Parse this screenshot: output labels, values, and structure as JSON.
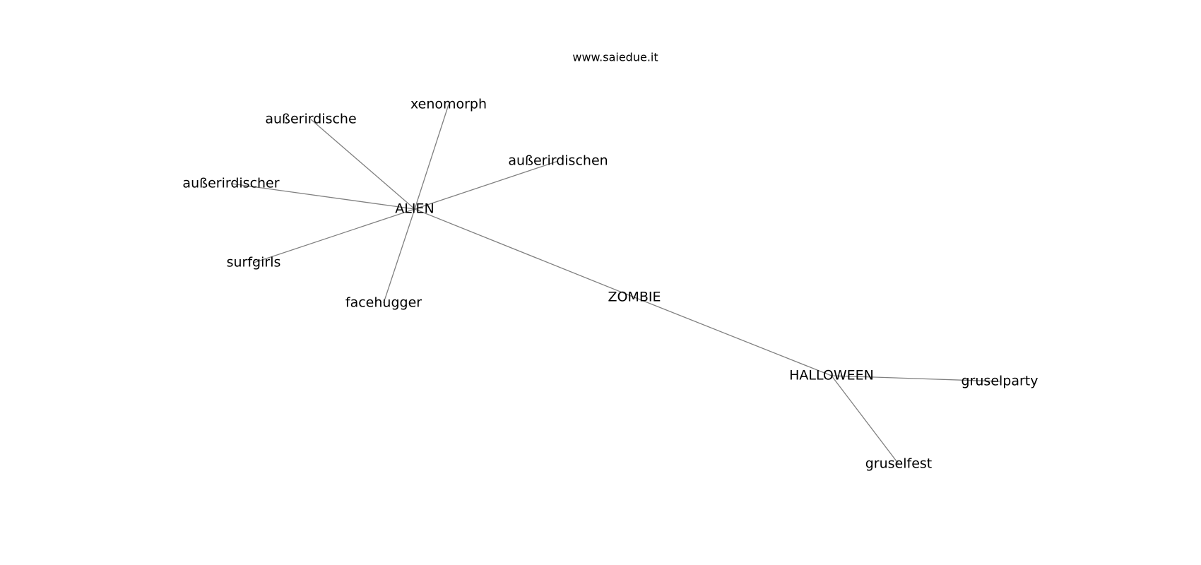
{
  "watermark": "www.saiedue.it",
  "nodes": [
    {
      "id": "alien",
      "label": "ALIEN"
    },
    {
      "id": "zombie",
      "label": "ZOMBIE"
    },
    {
      "id": "halloween",
      "label": "HALLOWEEN"
    },
    {
      "id": "xenomorph",
      "label": "xenomorph"
    },
    {
      "id": "ausserirdische",
      "label": "außerirdische"
    },
    {
      "id": "ausserirdischen",
      "label": "außerirdischen"
    },
    {
      "id": "ausserirdischer",
      "label": "außerirdischer"
    },
    {
      "id": "surfgirls",
      "label": "surfgirls"
    },
    {
      "id": "facehugger",
      "label": "facehugger"
    },
    {
      "id": "gruselparty",
      "label": "gruselparty"
    },
    {
      "id": "gruselfest",
      "label": "gruselfest"
    }
  ],
  "edges": [
    [
      "alien",
      "xenomorph"
    ],
    [
      "alien",
      "ausserirdische"
    ],
    [
      "alien",
      "ausserirdischen"
    ],
    [
      "alien",
      "ausserirdischer"
    ],
    [
      "alien",
      "surfgirls"
    ],
    [
      "alien",
      "facehugger"
    ],
    [
      "alien",
      "zombie"
    ],
    [
      "zombie",
      "halloween"
    ],
    [
      "halloween",
      "gruselparty"
    ],
    [
      "halloween",
      "gruselfest"
    ]
  ],
  "colors": {
    "edge": "#808080",
    "text": "#000000",
    "background": "#ffffff"
  }
}
